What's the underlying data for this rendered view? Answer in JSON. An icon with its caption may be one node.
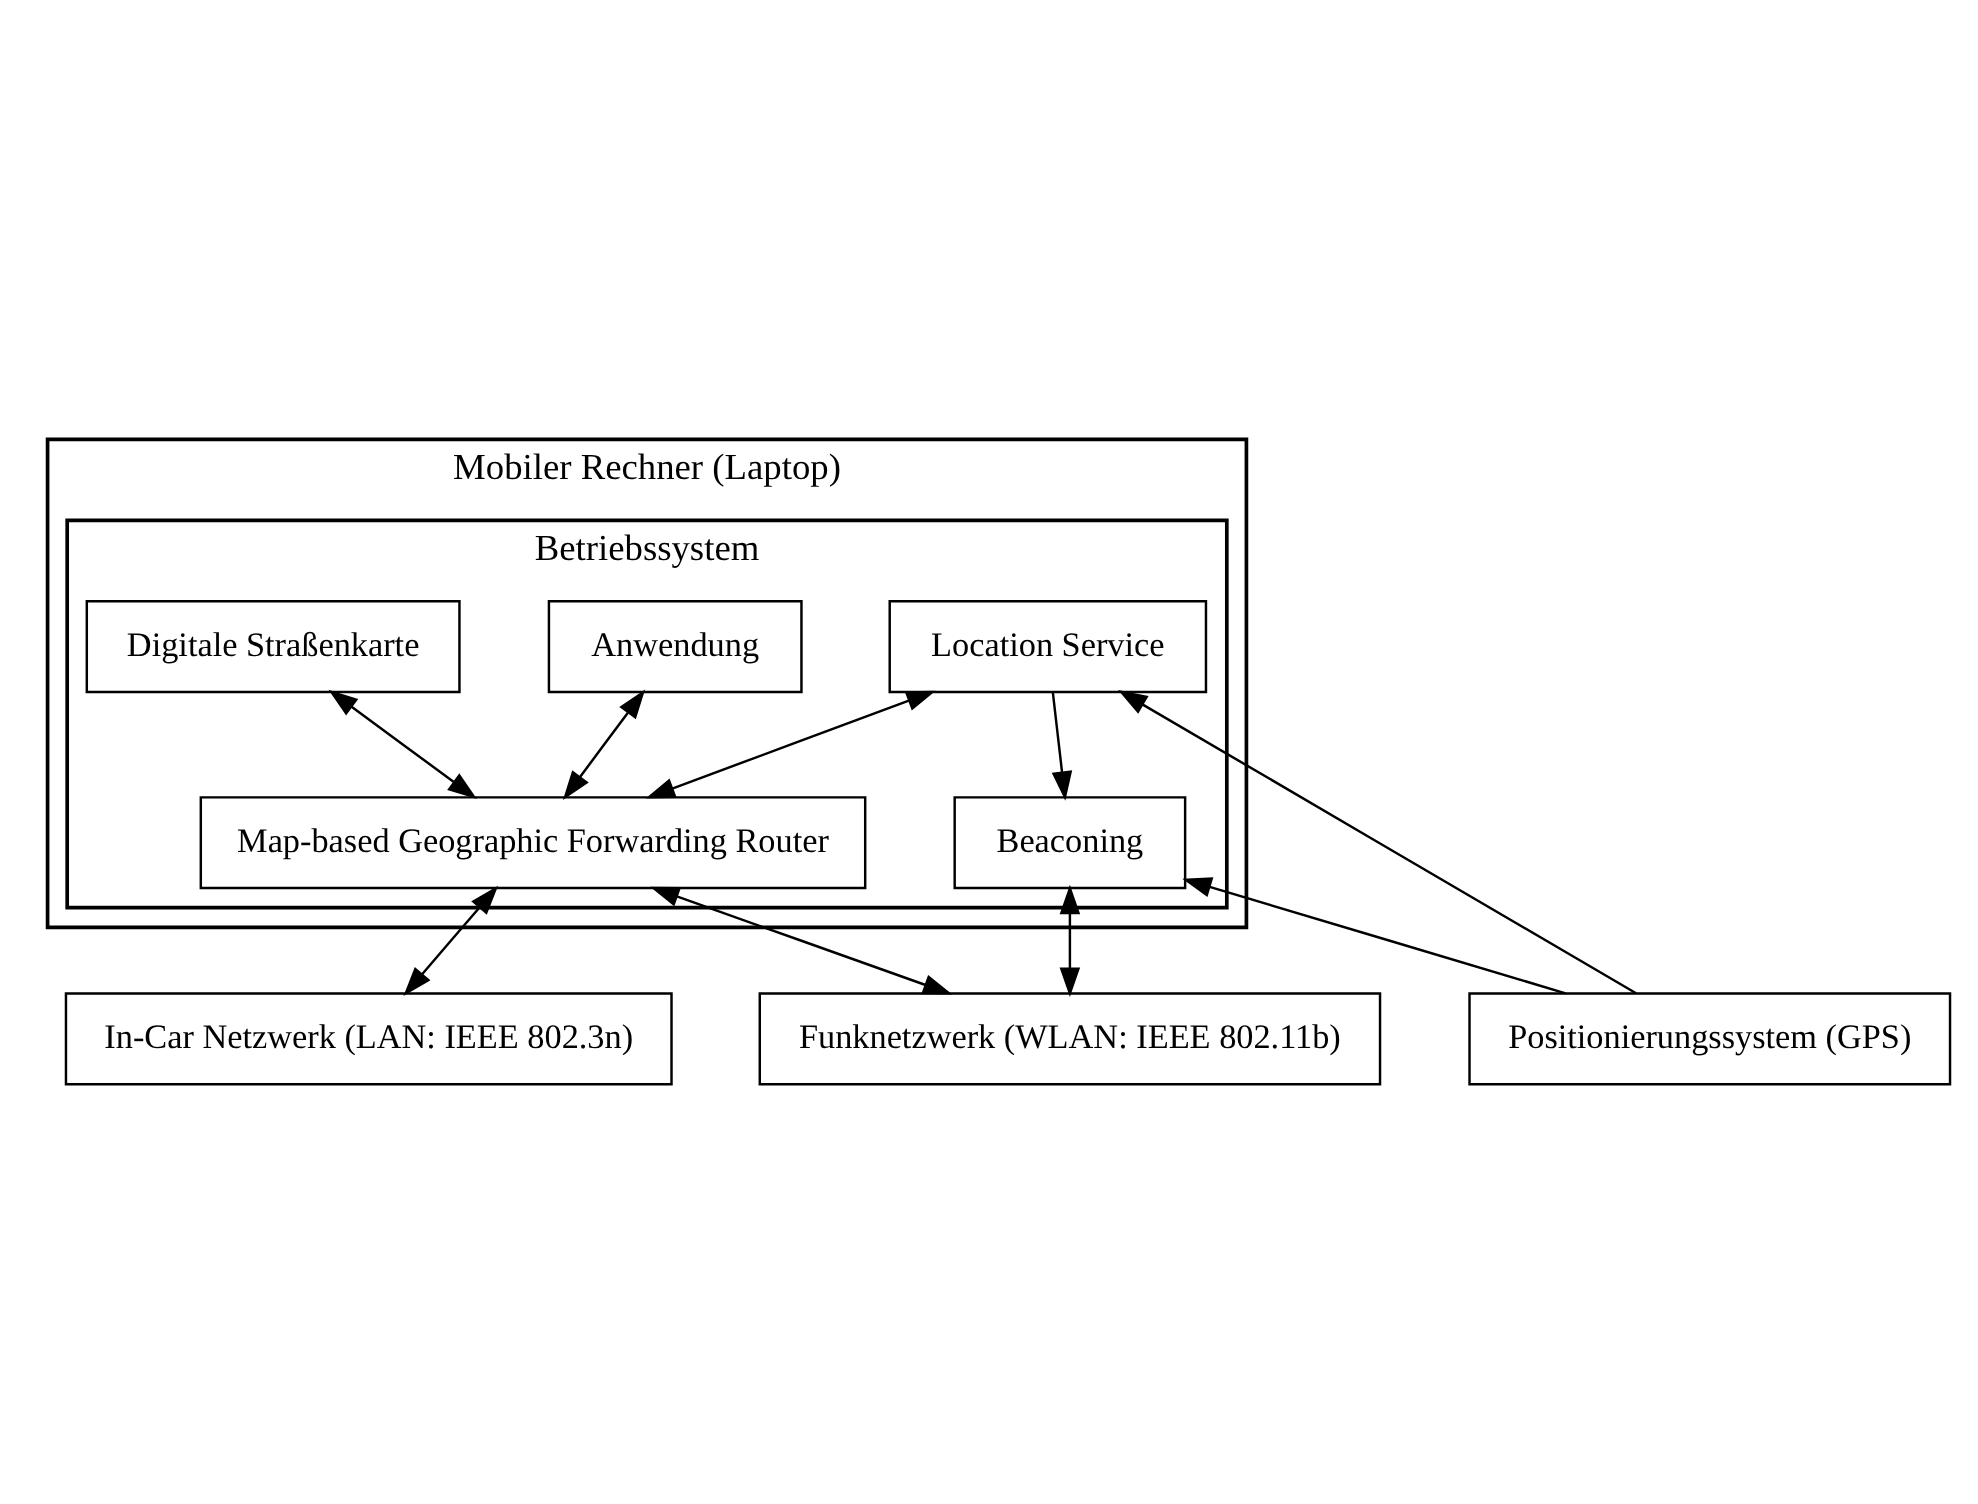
{
  "diagram": {
    "nodes": [
      {
        "text": [
          "Mobiler Rechner (Laptop)"
        ]
      },
      {
        "text": [
          "Betriebssystem"
        ],
        "in": 0
      },
      {
        "text": [
          "Anwendung"
        ],
        "in": 1
      },
      {
        "text": [
          "Digitale Straßenkarte"
        ],
        "in": 1
      },
      {
        "text": [
          "Location Service"
        ],
        "in": 1
      },
      {
        "text": [
          "Map-based Geographic Forwarding Router"
        ],
        "in": 1
      },
      {
        "text": [
          "Beaconing"
        ],
        "in": 1
      },
      {
        "text": [
          "In-Car Netzwerk (LAN: IEEE 802.3n)"
        ]
      },
      {
        "text": [
          "Funknetzwerk (WLAN: IEEE 802.11b)"
        ]
      },
      {
        "text": [
          "Positionierungssystem (GPS)"
        ]
      }
    ],
    "edges": [
      {
        "from": 2,
        "to": 5,
        "arrow": "both"
      },
      {
        "from": 3,
        "to": 5,
        "arrow": "both"
      },
      {
        "from": 4,
        "to": 5,
        "arrow": "both"
      },
      {
        "from": 4,
        "to": 6,
        "arrow": "to"
      },
      {
        "from": 5,
        "to": 7,
        "arrow": "both"
      },
      {
        "from": 5,
        "to": 8,
        "arrow": "both"
      },
      {
        "from": 6,
        "to": 8,
        "arrow": "both"
      },
      {
        "from": 9,
        "to": 6,
        "arrow": "to"
      },
      {
        "from": 9,
        "to": 4,
        "arrow": "to"
      }
    ]
  }
}
